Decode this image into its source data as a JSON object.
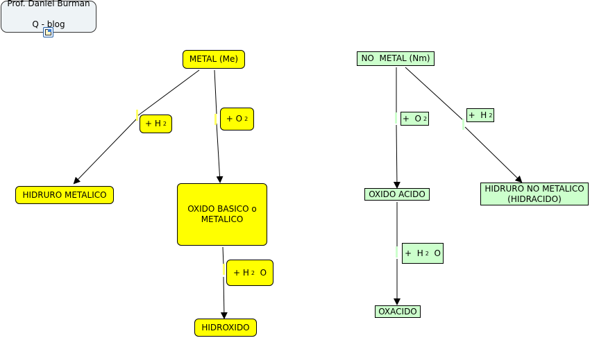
{
  "info_box": {
    "line1": "Prof. Daniel Burman",
    "line2": "Q - blog",
    "icon": "document-icon"
  },
  "colors": {
    "metal_fill": "#ffff00",
    "nonmetal_fill": "#ccffcc",
    "info_fill": "#eef3f6",
    "edge": "#000000"
  },
  "metal": {
    "root": "METAL (Me)",
    "hydride": "HIDRURO METALICO",
    "oxide": "OXIDO BASICO o\nMETALICO",
    "hydroxide": "HIDROXIDO",
    "links": {
      "h2": {
        "text": "+  H",
        "sub": "2"
      },
      "o2": {
        "text": "+ O",
        "sub": "2"
      },
      "h2o": {
        "text": "+  H",
        "sub": "2",
        "tail": "  O"
      }
    }
  },
  "nonmetal": {
    "root": "NO  METAL (Nm)",
    "acid_oxide": "OXIDO ACIDO",
    "hydride": "HIDRURO NO METALICO\n(HIDRACIDO)",
    "oxacid": "OXACIDO",
    "links": {
      "o2": {
        "text": "+  O",
        "sub": "2"
      },
      "h2": {
        "text": "+  H",
        "sub": "2"
      },
      "h2o": {
        "text": "+  H",
        "sub": "2",
        "tail": "  O"
      }
    }
  }
}
